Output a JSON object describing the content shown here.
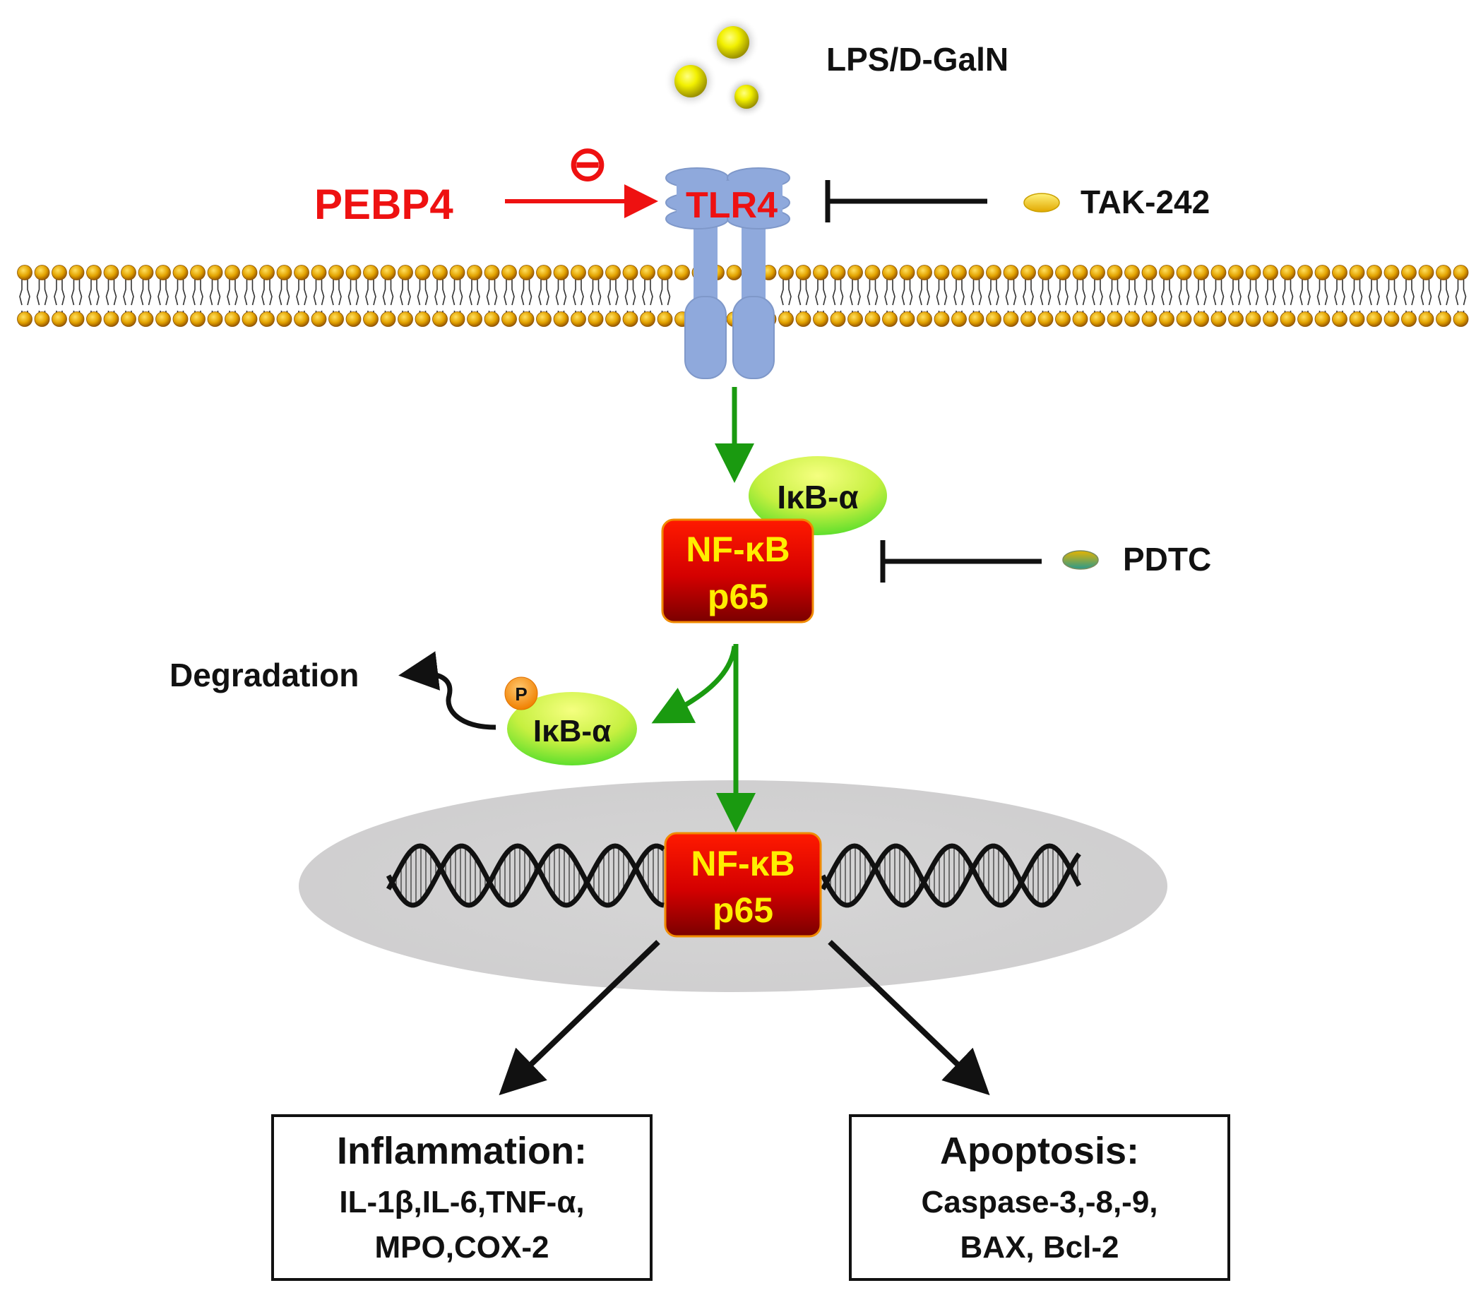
{
  "labels": {
    "lps": "LPS/D-GalN",
    "pebp4": "PEBP4",
    "inhibit_symbol": "⊖",
    "tlr4": "TLR4",
    "tak242": "TAK-242",
    "ikba_bound": "IκB-α",
    "nfkb_top_line1": "NF-κB",
    "nfkb_top_line2": "p65",
    "pdtc": "PDTC",
    "degradation": "Degradation",
    "phospho": "P",
    "ikba_free": "IκB-α",
    "nfkb_nuc_line1": "NF-κB",
    "nfkb_nuc_line2": "p65"
  },
  "outcomes": {
    "inflammation": {
      "title": "Inflammation:",
      "line1": "IL-1β,IL-6,TNF-α,",
      "line2": "MPO,COX-2"
    },
    "apoptosis": {
      "title": "Apoptosis:",
      "line1": "Caspase-3,-8,-9,",
      "line2": "BAX, Bcl-2"
    }
  },
  "colors": {
    "red_text": "#ee1111",
    "green_arrow": "#1a9a10",
    "black": "#111111",
    "receptor": "#8fa9dc",
    "lipid_head": "#e0a000",
    "nucleus": "#d4d3d4",
    "nfkb_text": "#ffee00"
  }
}
